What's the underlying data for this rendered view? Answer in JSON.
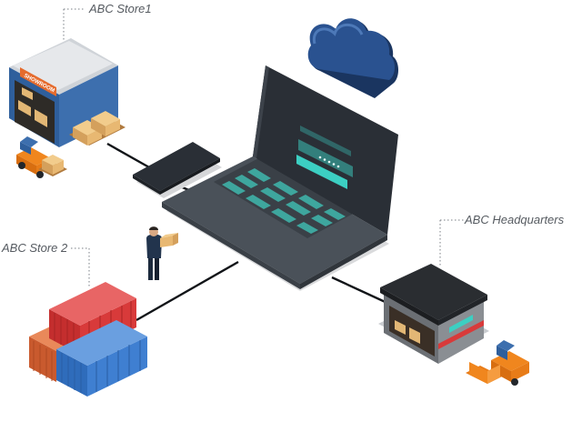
{
  "labels": {
    "store1": "ABC Store1",
    "store2": "ABC Store 2",
    "headquarters": "ABC  Headquarters"
  },
  "store1_sign": "SHOWROOM",
  "icons": [
    "cloud-icon",
    "laptop-icon",
    "tablet-icon",
    "worker-icon",
    "forklift-icon",
    "pallet-icon",
    "shipping-container-icon",
    "warehouse-icon"
  ],
  "colors": {
    "laptop_screen": "#2a2f36",
    "laptop_base": "#4a5159",
    "teal_accent": "#3ccfc2",
    "cloud": "#1f3e6e",
    "store_wall": "#3d6fae",
    "roof": "#2a2d31",
    "container_red": "#d83a3a",
    "container_blue": "#3f7fd1",
    "container_orange": "#e06a3a",
    "forklift": "#f0861e"
  }
}
